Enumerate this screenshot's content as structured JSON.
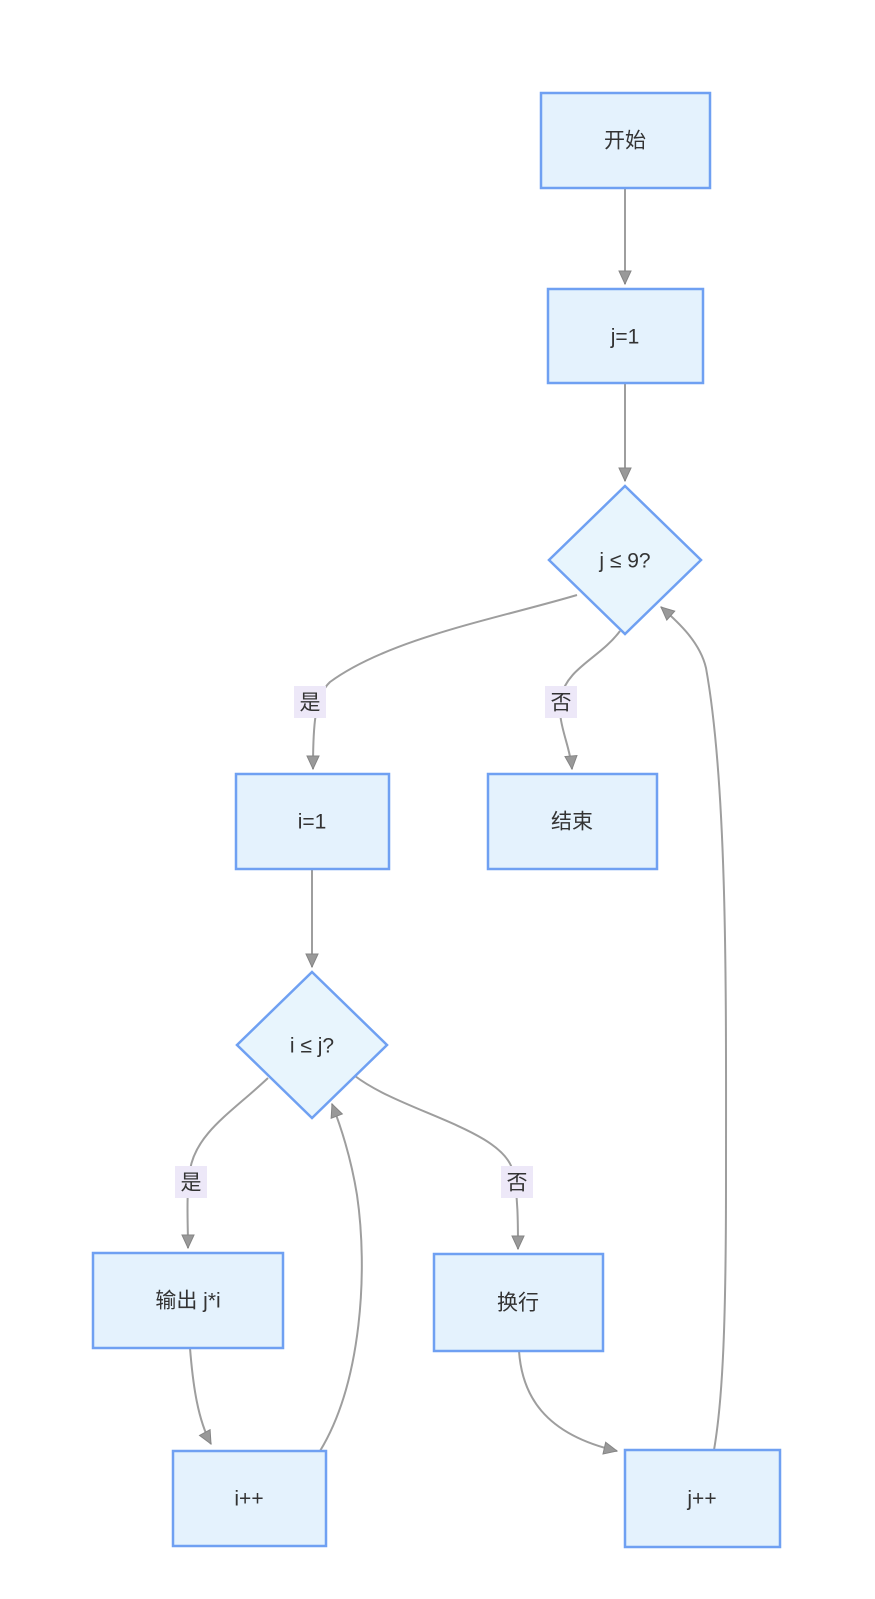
{
  "diagram": {
    "kind": "flowchart",
    "direction": "top-down",
    "nodes": [
      {
        "id": "start",
        "shape": "rect",
        "label": "开始"
      },
      {
        "id": "j-init",
        "shape": "rect",
        "label": "j=1"
      },
      {
        "id": "j-cond",
        "shape": "diamond",
        "label": "j ≤ 9?"
      },
      {
        "id": "i-init",
        "shape": "rect",
        "label": "i=1"
      },
      {
        "id": "end",
        "shape": "rect",
        "label": "结束"
      },
      {
        "id": "i-cond",
        "shape": "diamond",
        "label": "i ≤ j?"
      },
      {
        "id": "output",
        "shape": "rect",
        "label": "输出 j*i"
      },
      {
        "id": "newline",
        "shape": "rect",
        "label": "换行"
      },
      {
        "id": "i-inc",
        "shape": "rect",
        "label": "i++"
      },
      {
        "id": "j-inc",
        "shape": "rect",
        "label": "j++"
      }
    ],
    "edges": [
      {
        "from": "start",
        "to": "j-init",
        "label": ""
      },
      {
        "from": "j-init",
        "to": "j-cond",
        "label": ""
      },
      {
        "from": "j-cond",
        "to": "i-init",
        "label": "是"
      },
      {
        "from": "j-cond",
        "to": "end",
        "label": "否"
      },
      {
        "from": "i-init",
        "to": "i-cond",
        "label": ""
      },
      {
        "from": "i-cond",
        "to": "output",
        "label": "是"
      },
      {
        "from": "i-cond",
        "to": "newline",
        "label": "否"
      },
      {
        "from": "output",
        "to": "i-inc",
        "label": ""
      },
      {
        "from": "i-inc",
        "to": "i-cond",
        "label": ""
      },
      {
        "from": "newline",
        "to": "j-inc",
        "label": ""
      },
      {
        "from": "j-inc",
        "to": "j-cond",
        "label": ""
      }
    ],
    "colors": {
      "node_fill": "#e4f2fd",
      "node_stroke": "#6fa0f2",
      "edge_stroke": "#9e9e9e",
      "arrowhead_fill": "#999999",
      "edge_label_bg": "#ede8f8",
      "text": "#333333",
      "background": "#ffffff"
    }
  }
}
